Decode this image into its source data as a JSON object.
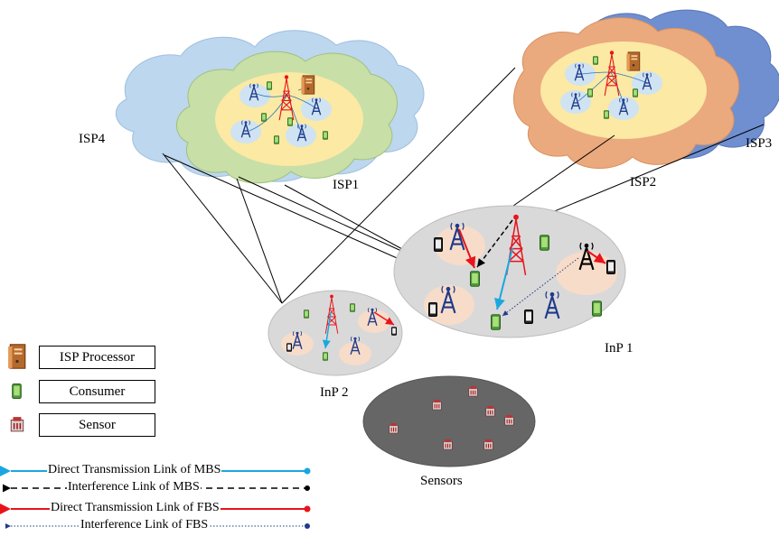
{
  "labels": {
    "isp1": "ISP1",
    "isp2": "ISP2",
    "isp3": "ISP3",
    "isp4": "ISP4",
    "inp1": "InP 1",
    "inp2": "InP 2",
    "sensors": "Sensors"
  },
  "legend": {
    "isp_processor": "ISP Processor",
    "consumer": "Consumer",
    "sensor": "Sensor",
    "links": [
      {
        "label": "Direct Transmission Link of MBS",
        "color": "#1aa7e0",
        "style": "solid"
      },
      {
        "label": "Interference Link of MBS",
        "color": "#000000",
        "style": "dashed"
      },
      {
        "label": "Direct Transmission Link of FBS",
        "color": "#e8141c",
        "style": "solid"
      },
      {
        "label": "Interference Link of FBS",
        "color": "#1f3a8a",
        "style": "dotted"
      }
    ]
  },
  "colors": {
    "cloud_blue": "#bcd7ee",
    "cloud_green": "#c8dfa8",
    "cloud_orange": "#eba97e",
    "cloud_navy": "#6f8fd0",
    "core_yellow": "#fbe9a4",
    "inp_gray": "#d9d9d9",
    "sensor_field": "#666666",
    "tower_blue": "#1f3a8a",
    "tower_red": "#e8141c"
  }
}
